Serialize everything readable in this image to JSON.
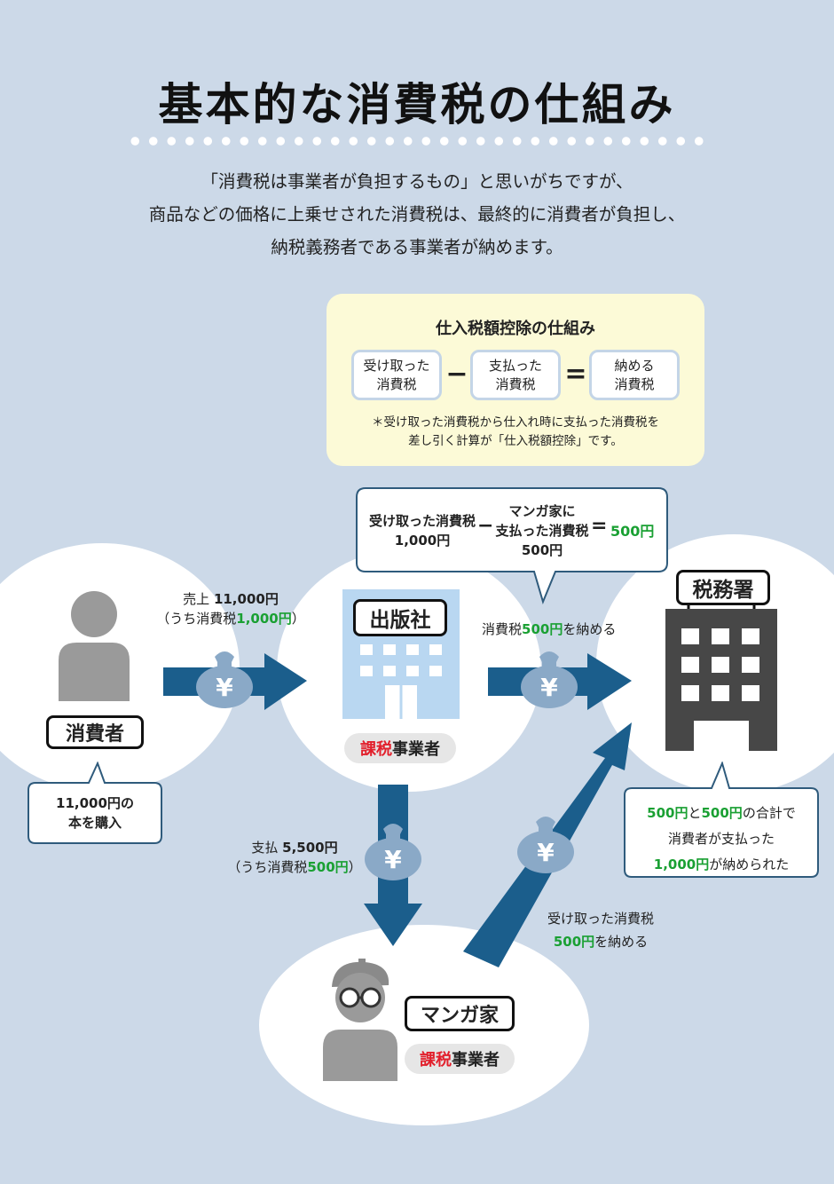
{
  "title": "基本的な消費税の仕組み",
  "intro": {
    "line1": "「消費税は事業者が負担するもの」と思いがちですが、",
    "line2": "商品などの価格に上乗せされた消費税は、最終的に消費者が負担し、",
    "line3": "納税義務者である事業者が納めます。"
  },
  "deduction": {
    "title": "仕入税額控除の仕組み",
    "box1": {
      "line1": "受け取った",
      "line2": "消費税"
    },
    "minus": "−",
    "box2": {
      "line1": "支払った",
      "line2": "消費税"
    },
    "equals": "=",
    "box3": {
      "line1": "納める",
      "line2": "消費税"
    },
    "note1": "＊受け取った消費税から仕入れ時に支払った消費税を",
    "note2": "差し引く計算が「仕入税額控除」です。"
  },
  "calc": {
    "received_label": "受け取った消費税",
    "received_amount": "1,000円",
    "minus": "−",
    "paid_line1": "マンガ家に",
    "paid_line2": "支払った消費税",
    "paid_amount": "500円",
    "equals": "=",
    "result": "500円"
  },
  "consumer": {
    "label": "消費者",
    "callout_amount": "11,000円",
    "callout_suffix": "の",
    "callout_line2": "本を購入"
  },
  "sale": {
    "line1_prefix": "売上 ",
    "line1_amount": "11,000円",
    "line2_prefix": "（うち消費税",
    "line2_amount": "1,000円",
    "line2_suffix": "）"
  },
  "publisher": {
    "sign": "出版社",
    "badge_red": "課税",
    "badge_rest": "事業者"
  },
  "pay_tax": {
    "prefix": "消費税",
    "amount": "500円",
    "suffix": "を納める"
  },
  "tax_office": {
    "sign": "税務署",
    "callout_amount1": "500円",
    "callout_and": "と",
    "callout_amount2": "500円",
    "callout_suffix": "の合計で",
    "callout_line2": "消費者が支払った",
    "callout_amount3": "1,000円",
    "callout_line3_suffix": "が納められた"
  },
  "payment": {
    "line1_prefix": "支払 ",
    "line1_amount": "5,500円",
    "line2_prefix": "（うち消費税",
    "line2_amount": "500円",
    "line2_suffix": "）"
  },
  "artist_pay": {
    "line1": "受け取った消費税",
    "amount": "500円",
    "suffix": "を納める"
  },
  "manga": {
    "label": "マンガ家",
    "badge_red": "課税",
    "badge_rest": "事業者"
  },
  "yen_symbol": "¥",
  "colors": {
    "background": "#ccd9e8",
    "arrow": "#1b5e8c",
    "money_bag": "#8aa9c7",
    "highlight_green": "#1aa033",
    "highlight_red": "#e2202c",
    "panel": "#fcfad7"
  },
  "icons": [
    "consumer-person-icon",
    "money-bag-icon",
    "publisher-building-icon",
    "tax-office-building-icon",
    "manga-artist-icon"
  ]
}
